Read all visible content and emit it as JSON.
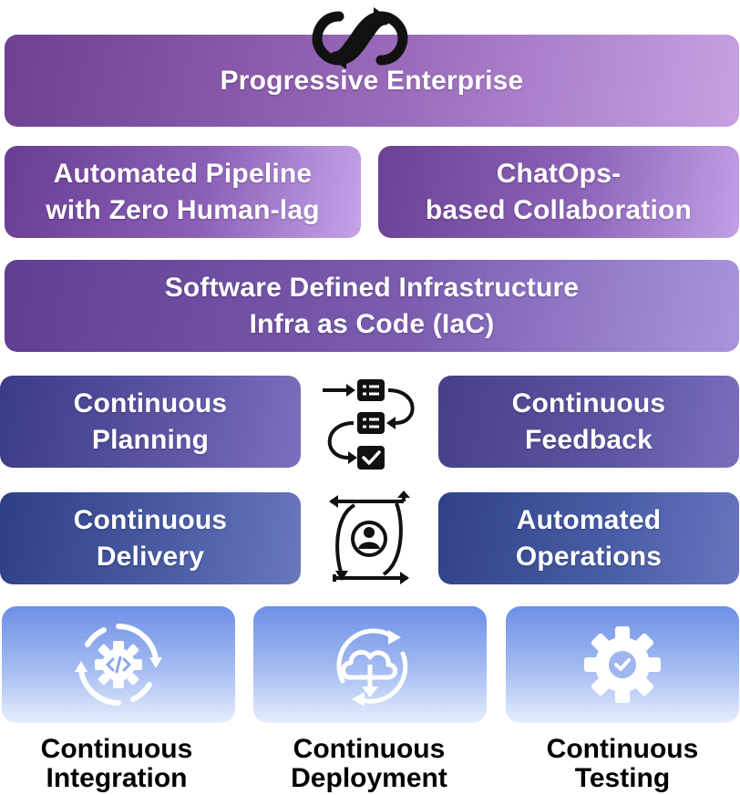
{
  "top": {
    "line1": "Progressive Enterprise"
  },
  "pipeline": {
    "line1": "Automated Pipeline",
    "line2": "with Zero Human-lag"
  },
  "chatops": {
    "line1": "ChatOps-",
    "line2": "based Collaboration"
  },
  "infra": {
    "line1": "Software Defined Infrastructure",
    "line2": "Infra as Code (IaC)"
  },
  "planning": {
    "line1": "Continuous",
    "line2": "Planning"
  },
  "feedback": {
    "line1": "Continuous",
    "line2": "Feedback"
  },
  "delivery": {
    "line1": "Continuous",
    "line2": "Delivery"
  },
  "operations": {
    "line1": "Automated",
    "line2": "Operations"
  },
  "integration": {
    "line1": "Continuous",
    "line2": "Integration"
  },
  "deployment": {
    "line1": "Continuous",
    "line2": "Deployment"
  },
  "testing": {
    "line1": "Continuous",
    "line2": "Testing"
  },
  "icons": {
    "top": "infinity-loop-icon",
    "planning_feedback": "task-flow-icon",
    "delivery_operations": "user-cycle-icon",
    "integration": "code-gear-cycle-icon",
    "deployment": "cloud-download-icon",
    "testing": "gear-check-icon"
  },
  "colors": {
    "purple": "#7b4ea6",
    "indigo": "#4b4a96",
    "navy": "#34468a",
    "tile_top": "#6d8fe6",
    "tile_bottom": "#e6eefd"
  }
}
